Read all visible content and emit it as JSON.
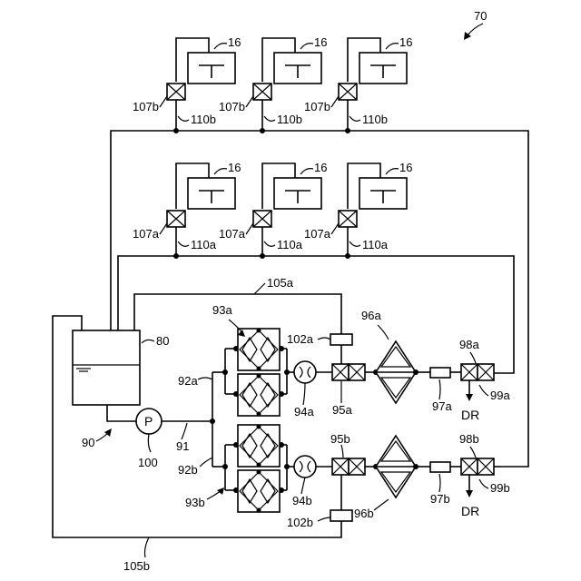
{
  "labels": {
    "system": "70",
    "tank": "80",
    "circuit": "90",
    "pipe_main": "91",
    "pipe_a": "92a",
    "pipe_b": "92b",
    "filter_a": "93a",
    "filter_b": "93b",
    "flow_a": "94a",
    "flow_b": "94b",
    "valve_a": "95a",
    "valve_b": "95b",
    "bridge_a": "96a",
    "bridge_b": "96b",
    "sensor_a": "97a",
    "sensor_b": "97b",
    "valve3_a": "98a",
    "valve3_b": "98b",
    "pipe99_a": "99a",
    "pipe99_b": "99b",
    "pump": "100",
    "pump_symbol": "P",
    "sensor102_a": "102a",
    "sensor102_b": "102b",
    "return_a": "105a",
    "return_b": "105b",
    "drain_a": "DR",
    "drain_b": "DR",
    "unit": "16",
    "valve_top": "107b",
    "valve_mid": "107a",
    "branch_top": "110b",
    "branch_mid": "110a"
  }
}
